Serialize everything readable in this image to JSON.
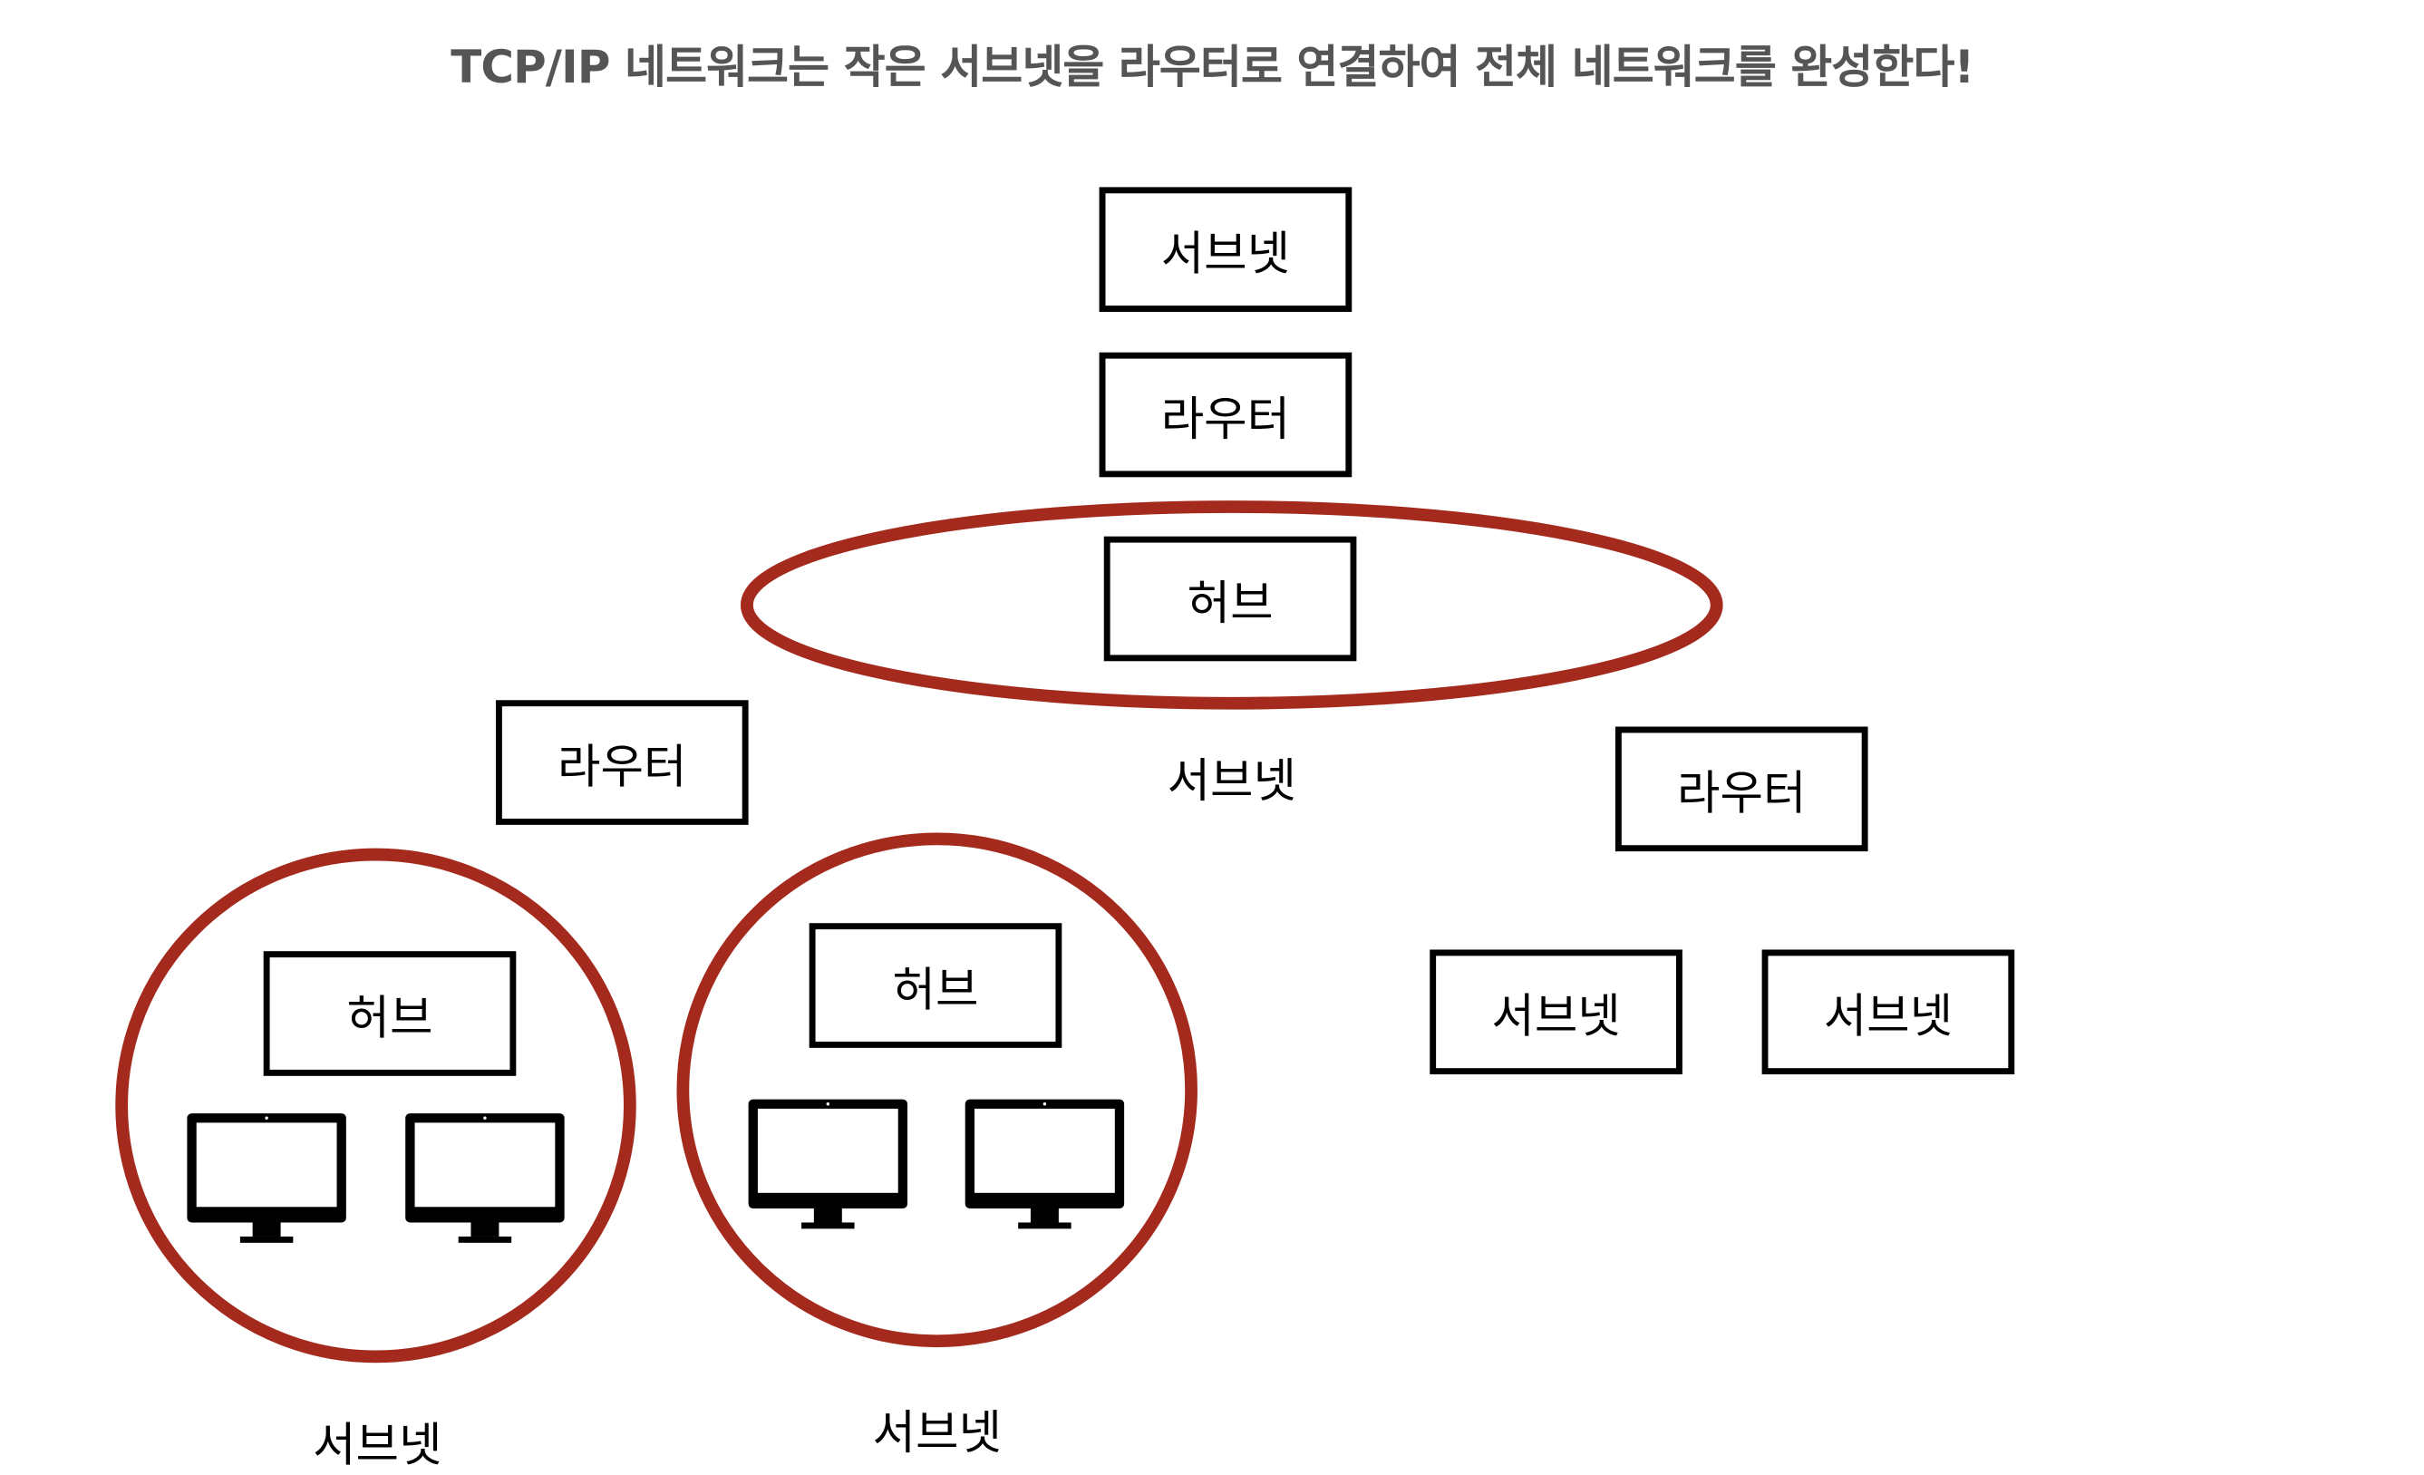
{
  "title": "TCP/IP 네트워크는 작은 서브넷을 라우터로 연결하여 전체 네트워크를 완성한다!",
  "colors": {
    "ring": "#A52A1E",
    "box_border": "#000000",
    "title_text": "#555555"
  },
  "nodes": {
    "top_subnet": "서브넷",
    "top_router": "라우터",
    "center_hub": "허브",
    "left_router": "라우터",
    "right_router": "라우터",
    "left_hub": "허브",
    "middle_hub": "허브",
    "right_subnet_1": "서브넷",
    "right_subnet_2": "서브넷"
  },
  "captions": {
    "center_subnet": "서브넷",
    "left_subnet": "서브넷",
    "middle_subnet": "서브넷"
  },
  "icons": {
    "computer": "monitor-icon"
  }
}
